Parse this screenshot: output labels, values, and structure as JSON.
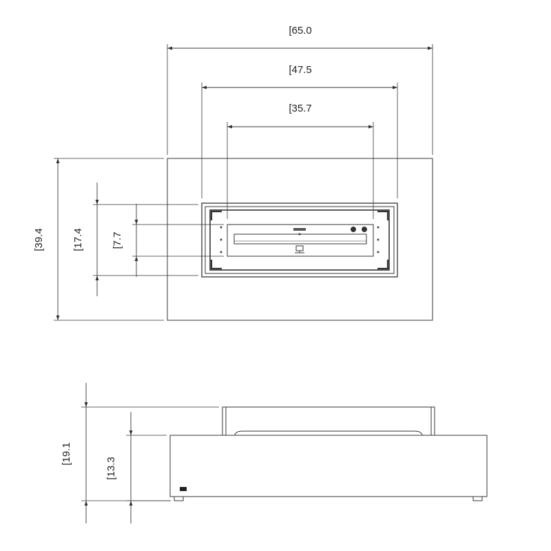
{
  "plan_view": {
    "dimensions": {
      "overall_width": "[65.0",
      "burner_frame_width": "[47.5",
      "opening_width": "[35.7",
      "overall_depth": "[39.4",
      "burner_frame_depth": "[17.4",
      "opening_depth": "[7.7"
    }
  },
  "elevation_view": {
    "dimensions": {
      "overall_height": "[19.1",
      "base_height": "[13.3"
    }
  },
  "colors": {
    "line": "#333333",
    "text": "#222222",
    "background": "#ffffff"
  }
}
